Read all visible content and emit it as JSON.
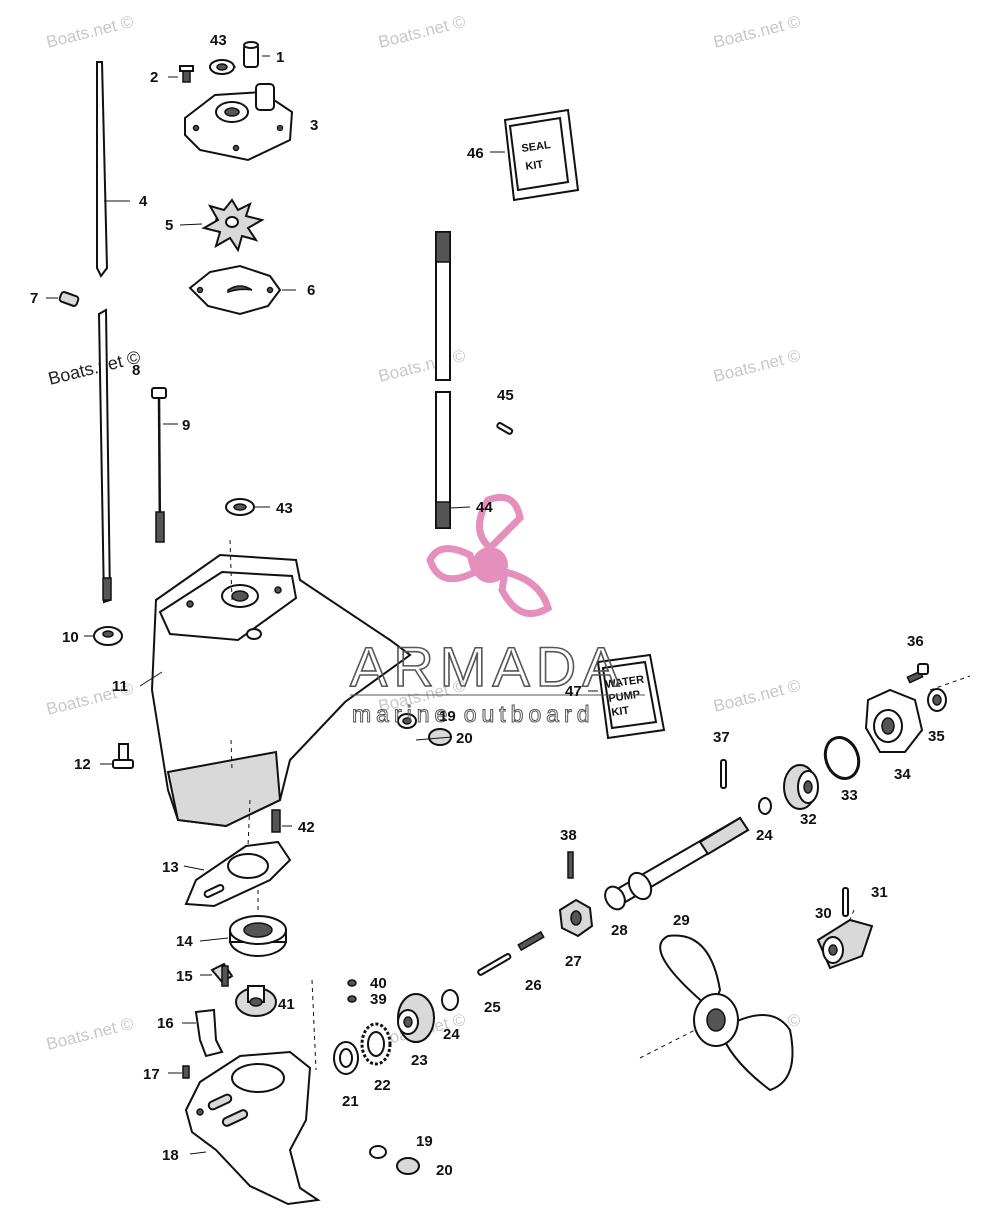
{
  "watermarks": [
    "Boats.net ©",
    "Boats.net ©",
    "Boats.net ©",
    "Boats.net ©",
    "Boats.net ©",
    "Boats.net ©",
    "Boats.net ©",
    "Boats.net ©",
    "Boats.net ©",
    "Boats.net ©",
    "Boats.net ©",
    "Boats.net ©"
  ],
  "logo": {
    "name": "ARMADA",
    "tagline": "marine outboard",
    "color": "#e58fbd"
  },
  "kits": {
    "seal": [
      "SEAL",
      "KIT"
    ],
    "water_pump": [
      "WATER",
      "PUMP",
      "KIT"
    ]
  },
  "callouts": [
    "43",
    "1",
    "2",
    "3",
    "46",
    "4",
    "5",
    "6",
    "7",
    "8",
    "9",
    "43",
    "45",
    "44",
    "10",
    "11",
    "12",
    "47",
    "19",
    "20",
    "36",
    "35",
    "34",
    "33",
    "37",
    "32",
    "24",
    "42",
    "13",
    "38",
    "31",
    "30",
    "28",
    "27",
    "29",
    "14",
    "15",
    "40",
    "39",
    "41",
    "26",
    "25",
    "24",
    "16",
    "23",
    "22",
    "21",
    "17",
    "18",
    "19",
    "20"
  ]
}
